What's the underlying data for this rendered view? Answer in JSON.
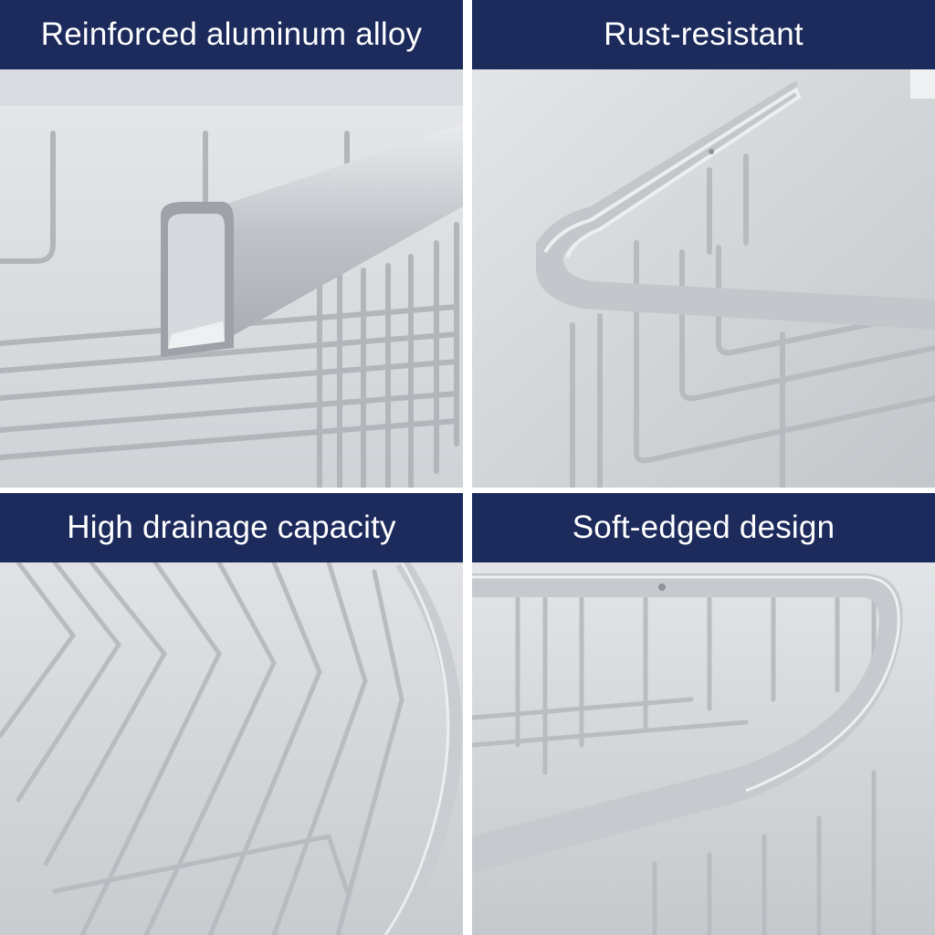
{
  "panels": [
    {
      "caption": "Reinforced aluminum alloy",
      "photo": "aluminum-tube-profile-closeup"
    },
    {
      "caption": "Rust-resistant",
      "photo": "basket-corner-rail-closeup"
    },
    {
      "caption": "High drainage capacity",
      "photo": "wire-basket-bottom-closeup"
    },
    {
      "caption": "Soft-edged design",
      "photo": "rounded-rim-closeup"
    }
  ],
  "colors": {
    "banner": "#1c2b5c",
    "caption_text": "#ffffff",
    "metal": "#c8cbcf"
  }
}
